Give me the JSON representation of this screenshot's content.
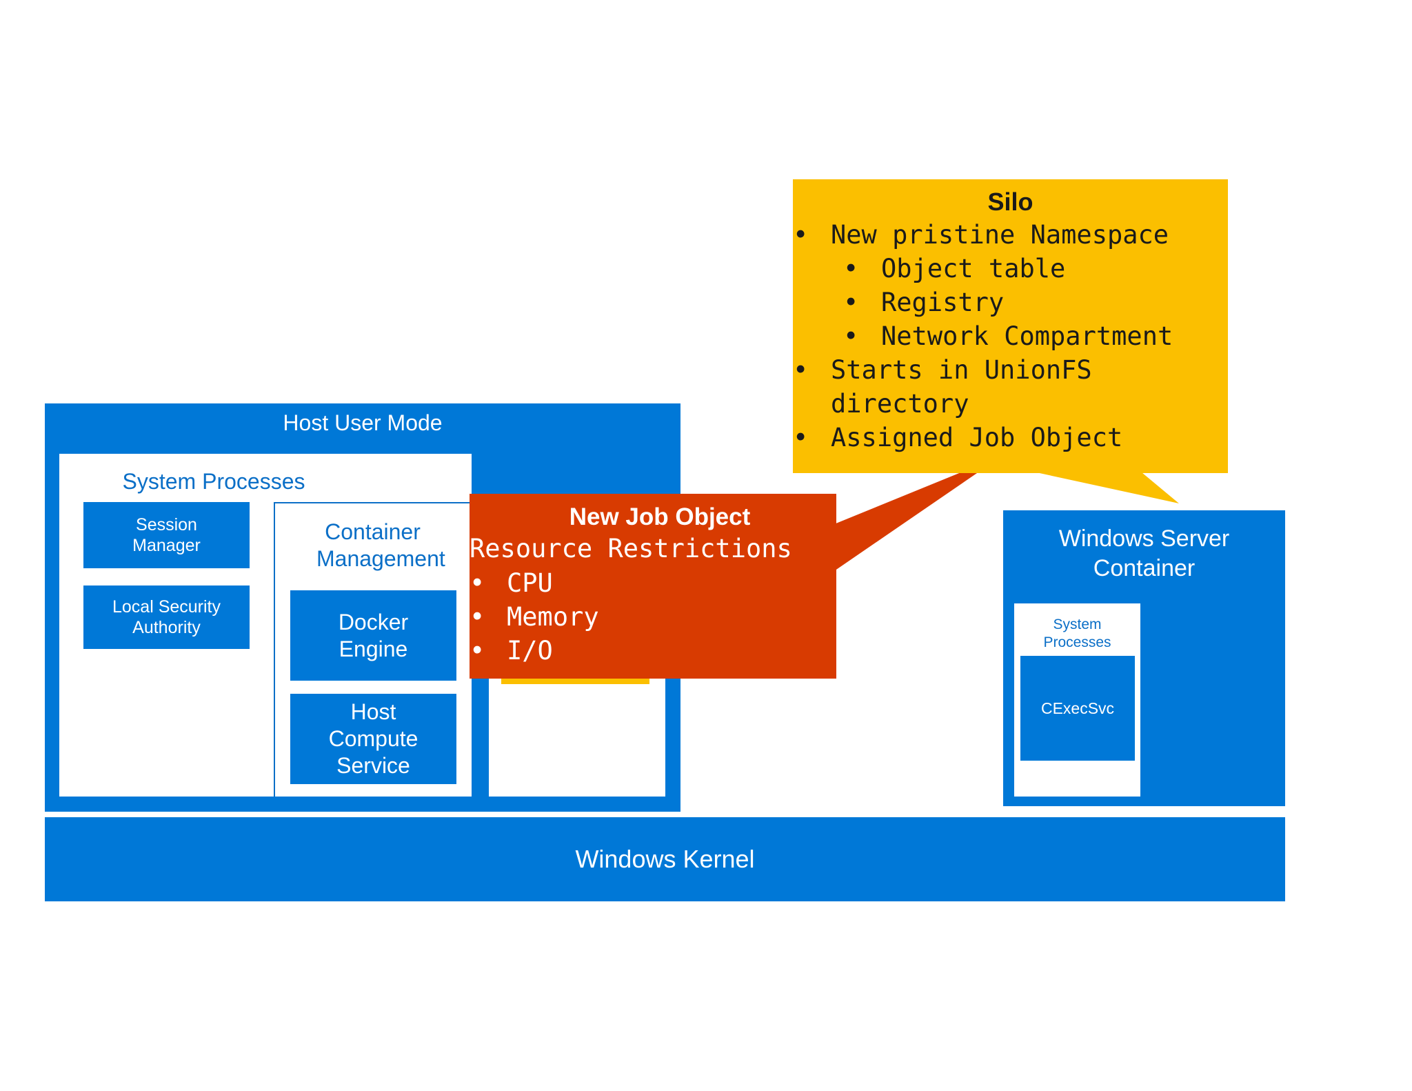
{
  "host_user_mode": {
    "title": "Host User Mode",
    "system_processes": {
      "title": "System Processes",
      "session_manager": "Session Manager",
      "local_security_authority": "Local Security Authority"
    },
    "container_management": {
      "title": "Container Management",
      "docker_engine": "Docker Engine",
      "host_compute_service": "Host Compute Service"
    }
  },
  "windows_server_container": {
    "title": "Windows Server Container",
    "system_processes": "System Processes",
    "cexecsvc": "CExecSvc"
  },
  "windows_kernel": {
    "label": "Windows Kernel"
  },
  "job_object_callout": {
    "title": "New Job Object",
    "subtitle": "Resource Restrictions",
    "items": [
      "CPU",
      "Memory",
      "I/O"
    ],
    "bullet": "•"
  },
  "silo_callout": {
    "title": "Silo",
    "items": [
      {
        "text": "New pristine Namespace",
        "level": 1
      },
      {
        "text": "Object table",
        "level": 2
      },
      {
        "text": "Registry",
        "level": 2
      },
      {
        "text": "Network Compartment",
        "level": 2
      },
      {
        "text": "Starts in UnionFS",
        "level": 1
      },
      {
        "text": "directory",
        "level": 1,
        "continuation": true
      },
      {
        "text": "Assigned Job Object",
        "level": 1
      }
    ],
    "bullet": "•"
  },
  "colors": {
    "blue": "#0078d7",
    "orange": "#d83b01",
    "yellow": "#fbbf00",
    "white": "#ffffff"
  }
}
